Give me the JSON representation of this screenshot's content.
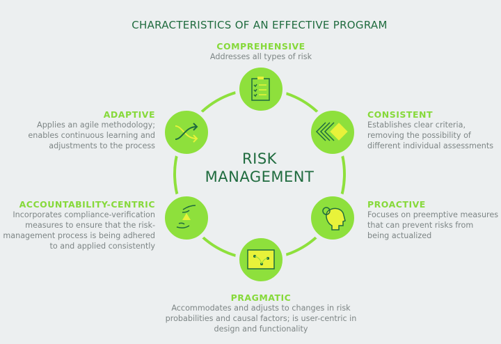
{
  "title": "CHARACTERISTICS OF AN EFFECTIVE PROGRAM",
  "center": {
    "line1": "RISK",
    "line2": "MANAGEMENT"
  },
  "colors": {
    "accent": "#8ee03c",
    "dark": "#1f6b3e",
    "yellow": "#e8f23a",
    "text": "#7d8585"
  },
  "items": [
    {
      "heading": "COMPREHENSIVE",
      "desc": [
        "Addresses all types of risk"
      ],
      "icon": "clipboard-checklist-icon"
    },
    {
      "heading": "CONSISTENT",
      "desc": [
        "Establishes clear criteria,",
        "removing the possibility of",
        "different individual assessments"
      ],
      "icon": "layered-diamonds-icon"
    },
    {
      "heading": "PROACTIVE",
      "desc": [
        "Focuses on preemptive measures",
        "that can prevent risks from",
        "being actualized"
      ],
      "icon": "head-refresh-icon"
    },
    {
      "heading": "PRAGMATIC",
      "desc": [
        "Accommodates and adjusts to changes in risk",
        "probabilities and causal factors; is user-centric in",
        "design and functionality"
      ],
      "icon": "strategy-board-icon"
    },
    {
      "heading": "ACCOUNTABILITY-CENTRIC",
      "desc": [
        "Incorporates compliance-verification",
        "measures to ensure that the risk-",
        "management process is being adhered",
        "to and applied consistently"
      ],
      "icon": "hands-warning-icon"
    },
    {
      "heading": "ADAPTIVE",
      "desc": [
        "Applies an agile methodology;",
        "enables continuous learning and",
        "adjustments to the process"
      ],
      "icon": "shuffle-arrows-icon"
    }
  ]
}
